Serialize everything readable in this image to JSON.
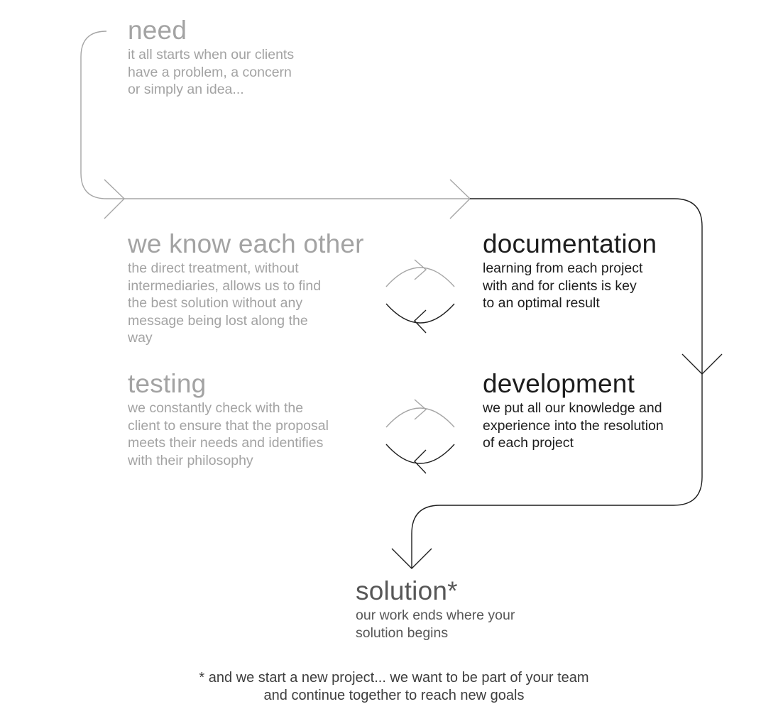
{
  "colors": {
    "grey_text": "#a3a3a3",
    "dark_text": "#1d1d1d",
    "mid_text": "#575757",
    "grey_line": "#a6a6a6",
    "dark_line": "#1f1f1f"
  },
  "steps": {
    "need": {
      "title": "need",
      "description": "it all starts when our clients\nhave a problem, a concern\nor simply an idea..."
    },
    "know": {
      "title": "we know each other",
      "description": "the direct treatment, without\nintermediaries, allows us to find\nthe best solution without any\nmessage being lost along the\nway"
    },
    "testing": {
      "title": "testing",
      "description": "we constantly check with the\nclient to ensure that the proposal\nmeets their needs and identifies\nwith their philosophy"
    },
    "documentation": {
      "title": "documentation",
      "description": "learning from each project\nwith and for clients is key\nto an optimal result"
    },
    "development": {
      "title": "development",
      "description": "we put all our knowledge and\nexperience into the resolution\nof each project"
    },
    "solution": {
      "title": "solution*",
      "description": "our work ends where your\nsolution begins"
    }
  },
  "footnote": "* and we start a new project... we want to be part of your team\nand continue together to reach new goals",
  "icons": {
    "cycle": "cycle-arrows-icon",
    "arrow_right": "chevron-right-icon",
    "arrow_down": "chevron-down-icon"
  }
}
